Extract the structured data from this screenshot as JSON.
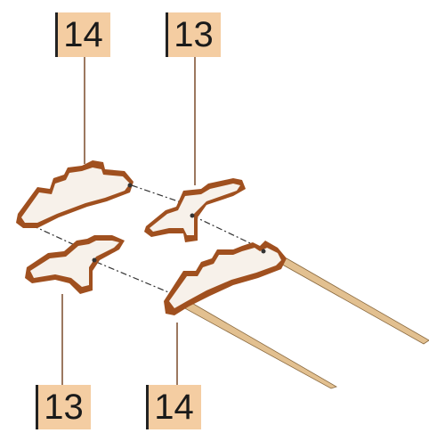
{
  "callouts": {
    "top_left": "14",
    "top_right": "13",
    "bottom_left": "13",
    "bottom_right": "14"
  },
  "colors": {
    "label_fill": "#f4cda2",
    "label_bar": "#222222",
    "part_face": "#f7f1ea",
    "part_edge": "#a0501f",
    "part_edge_dark": "#7a3a15",
    "pick_wood": "#e2c090",
    "leader_line": "#7a4a2a",
    "dash_line": "#333333"
  }
}
